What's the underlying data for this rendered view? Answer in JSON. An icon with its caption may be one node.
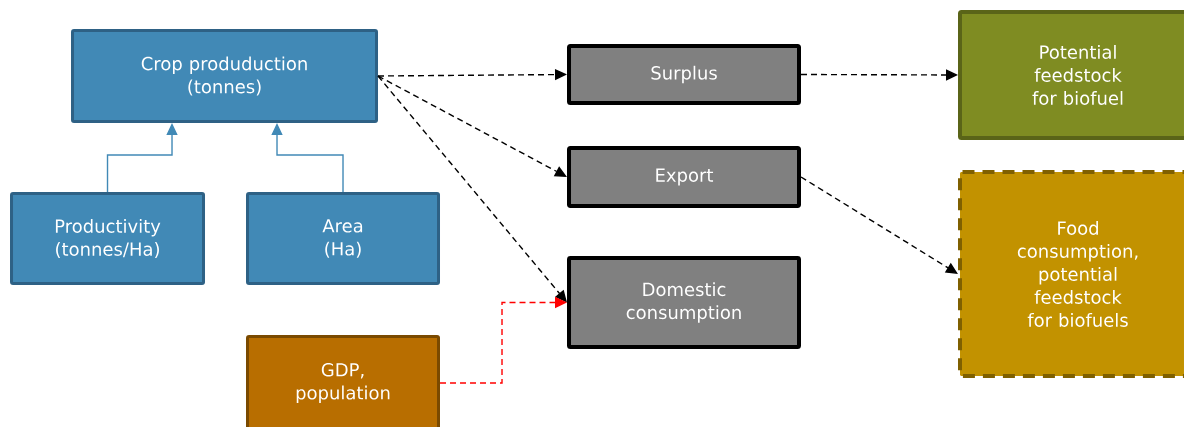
{
  "diagram": {
    "nodes": [
      {
        "text": [
          "Crop produduction (tonnes)"
        ]
      },
      {
        "text": [
          "Productivity (tonnes/Ha)"
        ]
      },
      {
        "text": [
          "Area (Ha)"
        ]
      },
      {
        "text": [
          "GDP, population"
        ]
      },
      {
        "text": [
          "Surplus"
        ]
      },
      {
        "text": [
          "Export"
        ]
      },
      {
        "text": [
          "Domestic consumption"
        ]
      },
      {
        "text": [
          "Potential feedstock for biofuel"
        ]
      },
      {
        "text": [
          "Food consumption, potential feedstock for biofuels"
        ]
      }
    ],
    "edges": [
      {
        "from": 1,
        "to": 0,
        "arrow": "to",
        "color": "#4189b6"
      },
      {
        "from": 2,
        "to": 0,
        "arrow": "to",
        "color": "#4189b6"
      },
      {
        "from": 0,
        "to": 4,
        "arrow": "to",
        "style": "dashed"
      },
      {
        "from": 0,
        "to": 5,
        "arrow": "to",
        "style": "dashed"
      },
      {
        "from": 0,
        "to": 6,
        "arrow": "to",
        "style": "dashed"
      },
      {
        "from": 3,
        "to": 6,
        "arrow": "to",
        "style": "dashed",
        "color": "#ff0000"
      },
      {
        "from": 4,
        "to": 7,
        "arrow": "to",
        "style": "dashed"
      },
      {
        "from": 5,
        "to": 8,
        "arrow": "to",
        "style": "dashed"
      }
    ]
  }
}
